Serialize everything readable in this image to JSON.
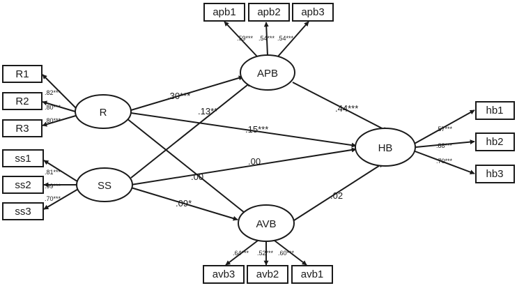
{
  "nodes": {
    "R1": "R1",
    "R2": "R2",
    "R3": "R3",
    "ss1": "ss1",
    "ss2": "ss2",
    "ss3": "ss3",
    "apb1": "apb1",
    "apb2": "apb2",
    "apb3": "apb3",
    "avb1": "avb1",
    "avb2": "avb2",
    "avb3": "avb3",
    "hb1": "hb1",
    "hb2": "hb2",
    "hb3": "hb3",
    "R": "R",
    "SS": "SS",
    "APB": "APB",
    "AVB": "AVB",
    "HB": "HB"
  },
  "paths": {
    "R_APB": ".30***",
    "SS_APB": ".13**",
    "R_HB": ".15***",
    "R_AVB": ".00",
    "SS_HB": ".00",
    "SS_AVB": ".09*",
    "APB_HB": ".44***",
    "AVB_HB": ".02"
  },
  "loadings": {
    "R1": ".82***",
    "R2": ".80***",
    "R3": ".80***",
    "ss1": ".81***",
    "ss2": ".99***",
    "ss3": ".70***",
    "apb1": ".59***",
    "apb2": ".54***",
    "apb3": ".54***",
    "avb3": ".64***",
    "avb2": ".52***",
    "avb1": ".60***",
    "hb1": ".57***",
    "hb2": ".88***",
    "hb3": ".70***"
  }
}
